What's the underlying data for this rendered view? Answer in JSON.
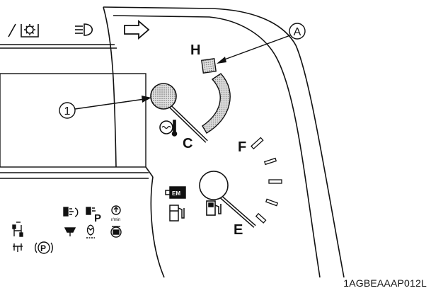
{
  "labels": {
    "high": "H",
    "cold": "C",
    "full": "F",
    "empty": "E",
    "ref_a": "A",
    "ref_1": "1",
    "park": "P",
    "fuel_pump_p": "P",
    "rpm_unit": "r/min"
  },
  "figure_code": "1AGBEAAAP012L",
  "colors": {
    "line": "#111111",
    "shade": "#c8c8c8",
    "background": "#ffffff"
  },
  "icons": [
    "engine-warning-icon",
    "headlight-icon",
    "turn-signal-arrow-icon",
    "coolant-temperature-icon",
    "engine-em-icon",
    "fuel-pump-icon",
    "regen-icon",
    "dpf-parking-icon",
    "engine-speed-icon",
    "hydraulic-icon",
    "engine-rpm-icon",
    "travel-speed-icon",
    "axle-lock-icon",
    "parking-brake-icon"
  ]
}
